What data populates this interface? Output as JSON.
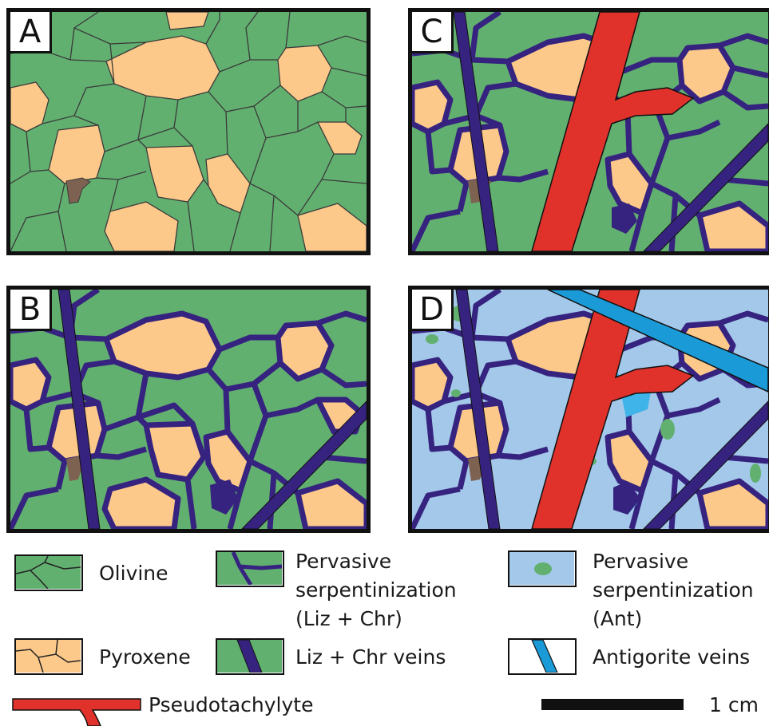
{
  "panels": [
    {
      "id": "A",
      "label": "A"
    },
    {
      "id": "B",
      "label": "B"
    },
    {
      "id": "C",
      "label": "C"
    },
    {
      "id": "D",
      "label": "D"
    }
  ],
  "legend": {
    "olivine": "Olivine",
    "pervasive_lizchr_line1": "Pervasive",
    "pervasive_lizchr_line2": "serpentinization",
    "pervasive_lizchr_line3": "(Liz + Chr)",
    "pervasive_ant_line1": "Pervasive",
    "pervasive_ant_line2": "serpentinization",
    "pervasive_ant_line3": "(Ant)",
    "pyroxene": "Pyroxene",
    "lizchr_veins": "Liz + Chr veins",
    "antigorite_veins": "Antigorite veins",
    "pseudotachylyte": "Pseudotachylyte",
    "scale": "1 cm"
  },
  "colors": {
    "olivine": "#62b070",
    "pyroxene": "#fdc98a",
    "lizard_vein": "#36237f",
    "pseudotachylyte": "#e0322b",
    "antigorite_matrix": "#a4c8ea",
    "antigorite_vein": "#1a9ad6",
    "oxide": "#7d6251"
  }
}
